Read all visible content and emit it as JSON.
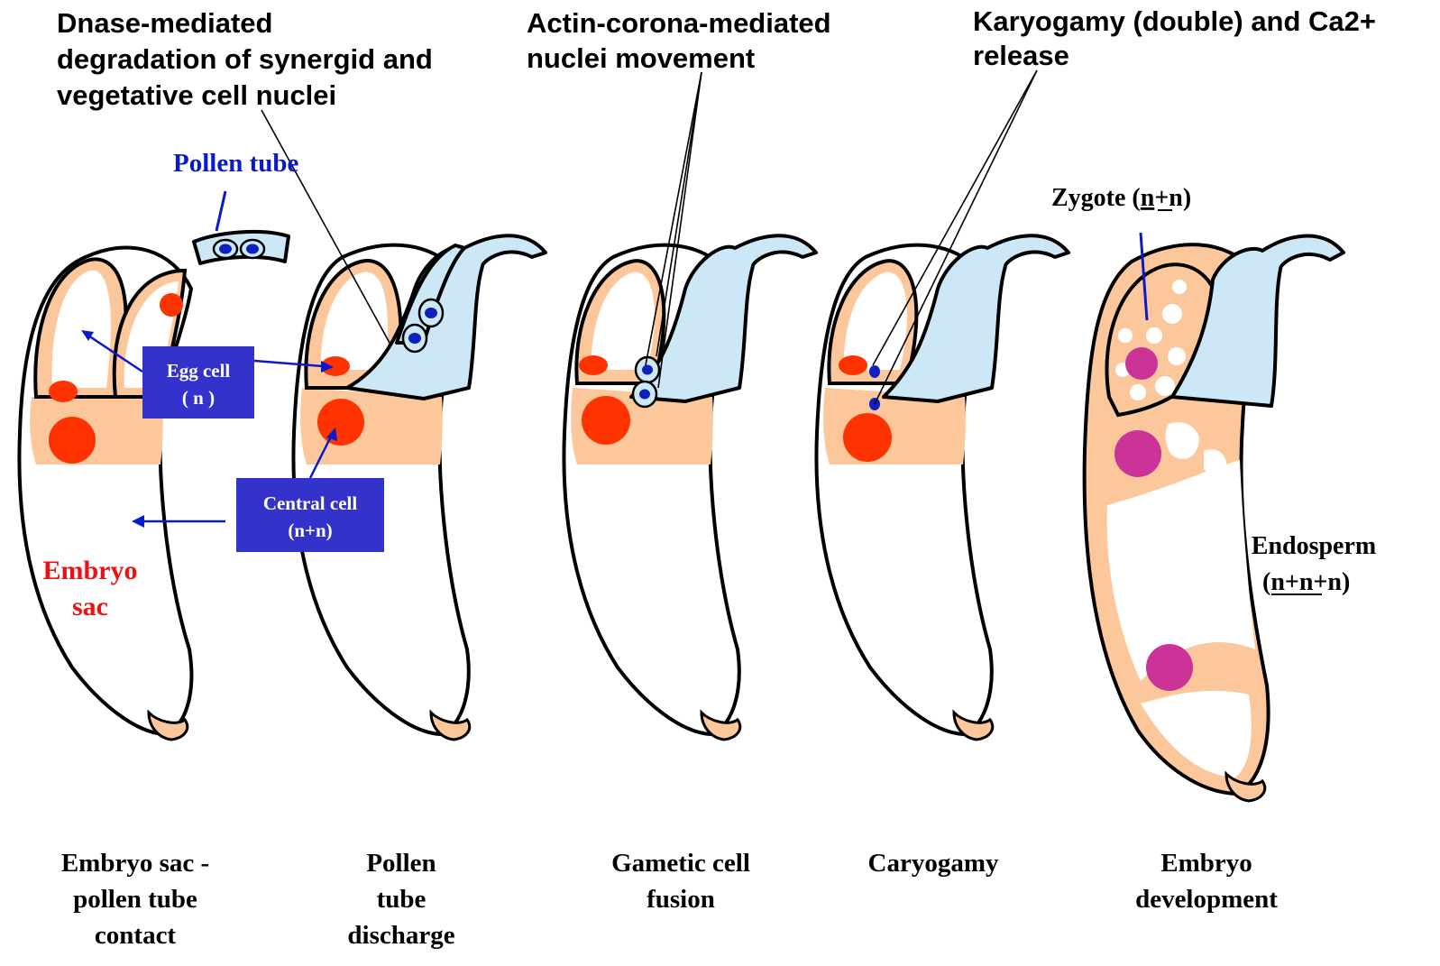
{
  "headings": {
    "dnase": [
      "Dnase-mediated",
      "degradation of synergid and",
      "vegetative cell nuclei"
    ],
    "actin": [
      "Actin-corona-mediated",
      "nuclei movement"
    ],
    "karyogamy": [
      "Karyogamy (double) and Ca2+",
      "release"
    ]
  },
  "labels": {
    "pollen_tube": "Pollen tube",
    "egg_cell": [
      "Egg cell",
      "( n )"
    ],
    "central_cell": [
      "Central cell",
      "(n+n)"
    ],
    "embryo_sac": [
      "Embryo",
      "sac"
    ],
    "zygote": [
      "Zygote (",
      "n",
      "+n)"
    ],
    "endosperm": [
      "Endosperm",
      "(",
      "n+n",
      "+n)"
    ]
  },
  "captions": [
    [
      "Embryo sac -",
      "pollen tube",
      "contact"
    ],
    [
      "Pollen",
      "tube",
      "discharge"
    ],
    [
      "Gametic cell",
      "fusion"
    ],
    [
      "Caryogamy"
    ],
    [
      "Embryo",
      "development"
    ]
  ],
  "colors": {
    "cytoplasm": "#fcc89b",
    "pollen_tube": "#cce8f7",
    "nucleus_red": "#ff3300",
    "nucleus_magenta": "#cc3399",
    "sperm_blue": "#1020c0",
    "label_box": "#3333cc",
    "label_blue": "#0a1ac8",
    "label_red": "#ee1111"
  }
}
